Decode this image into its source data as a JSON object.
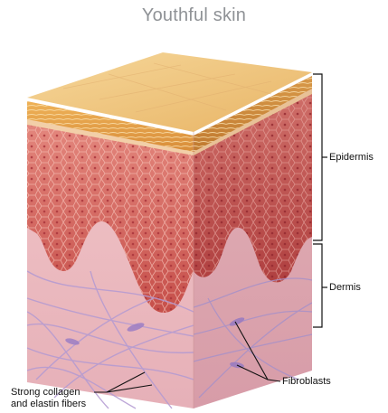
{
  "figure": {
    "title": "Youthful skin",
    "layers": {
      "epidermis": "Epidermis",
      "dermis": "Dermis"
    },
    "callouts": {
      "fibroblasts": "Fibroblasts",
      "fibers_line1": "Strong collagen",
      "fibers_line2": "and elastin fibers"
    }
  }
}
